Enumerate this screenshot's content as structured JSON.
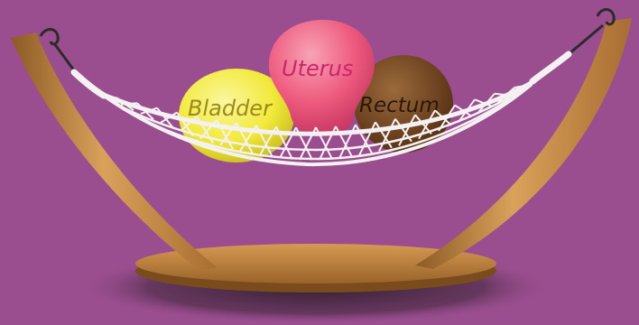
{
  "background": "#9b4e8f",
  "organs": {
    "bladder": {
      "label": "Bladder",
      "fill": "#f2ea3a",
      "text_color": "#9a8a1c"
    },
    "uterus": {
      "label": "Uterus",
      "fill": "#ee5b7e",
      "text_color": "#c9266c"
    },
    "rectum": {
      "label": "Rectum",
      "fill": "#6e4320",
      "text_color": "#2a180a"
    }
  },
  "colors": {
    "wood": "#c98a43",
    "wood_dark": "#8d5a25",
    "net": "#f4f1f3",
    "shadow": "#3a2436"
  }
}
